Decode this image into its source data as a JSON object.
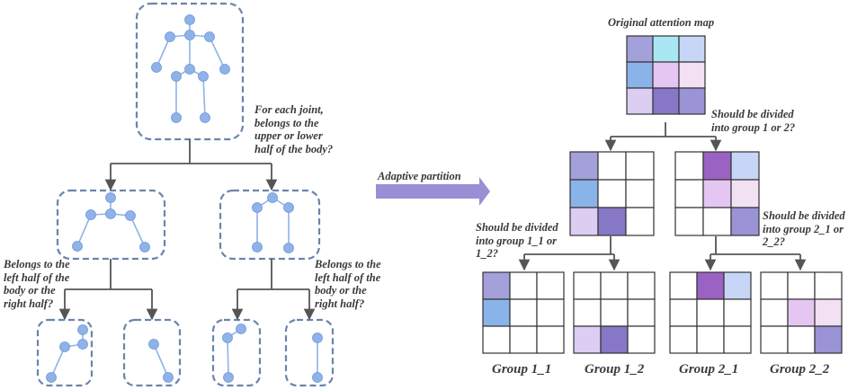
{
  "labels": {
    "root_question": "For each joint,\nbelongs to the\nupper or lower\nhalf of the body?",
    "left_question": "Belongs to the\nleft half of the\nbody or the\nright half?",
    "right_question": "Belongs to the\nleft half of the\nbody or the\nright half?",
    "adaptive_partition": "Adaptive partition",
    "original_map": "Original attention map",
    "divide_1_2": "Should be divided\ninto group 1 or 2?",
    "divide_1x": "Should be divided\ninto group 1_1 or\n1_2?",
    "divide_2x": "Should be divided\ninto group 2_1 or\n2_2?"
  },
  "groups": [
    "Group 1_1",
    "Group 1_2",
    "Group 2_1",
    "Group 2_2"
  ],
  "colors": {
    "joint": "#8fb3e9",
    "joint_stroke": "#6f97d6",
    "bone": "#8fb3e9",
    "dashed_box": "#6a85ad",
    "arrow": "#555555",
    "partition_arrow": "#9b8ed4"
  },
  "matrices": {
    "original": [
      [
        "#a3a0da",
        "#a9e8f2",
        "#c7d6f6"
      ],
      [
        "#8ab3ea",
        "#e5c6f2",
        "#f1e1f3"
      ],
      [
        "#dccdf2",
        "#8678c6",
        "#9a93d6"
      ]
    ],
    "group1": [
      [
        "#a3a0da",
        "#ffffff",
        "#ffffff"
      ],
      [
        "#8ab3ea",
        "#ffffff",
        "#ffffff"
      ],
      [
        "#dccdf2",
        "#8678c6",
        "#ffffff"
      ]
    ],
    "group2": [
      [
        "#ffffff",
        "#9a63c3",
        "#c7d6f6"
      ],
      [
        "#ffffff",
        "#e5c6f2",
        "#f1e1f3"
      ],
      [
        "#ffffff",
        "#ffffff",
        "#9a93d6"
      ]
    ],
    "group1_1": [
      [
        "#a3a0da",
        "#ffffff",
        "#ffffff"
      ],
      [
        "#8ab3ea",
        "#ffffff",
        "#ffffff"
      ],
      [
        "#ffffff",
        "#ffffff",
        "#ffffff"
      ]
    ],
    "group1_2": [
      [
        "#ffffff",
        "#ffffff",
        "#ffffff"
      ],
      [
        "#ffffff",
        "#ffffff",
        "#ffffff"
      ],
      [
        "#dccdf2",
        "#8678c6",
        "#ffffff"
      ]
    ],
    "group2_1": [
      [
        "#ffffff",
        "#9a63c3",
        "#c7d6f6"
      ],
      [
        "#ffffff",
        "#ffffff",
        "#ffffff"
      ],
      [
        "#ffffff",
        "#ffffff",
        "#ffffff"
      ]
    ],
    "group2_2": [
      [
        "#ffffff",
        "#ffffff",
        "#ffffff"
      ],
      [
        "#ffffff",
        "#e5c6f2",
        "#f1e1f3"
      ],
      [
        "#ffffff",
        "#ffffff",
        "#9a93d6"
      ]
    ]
  }
}
